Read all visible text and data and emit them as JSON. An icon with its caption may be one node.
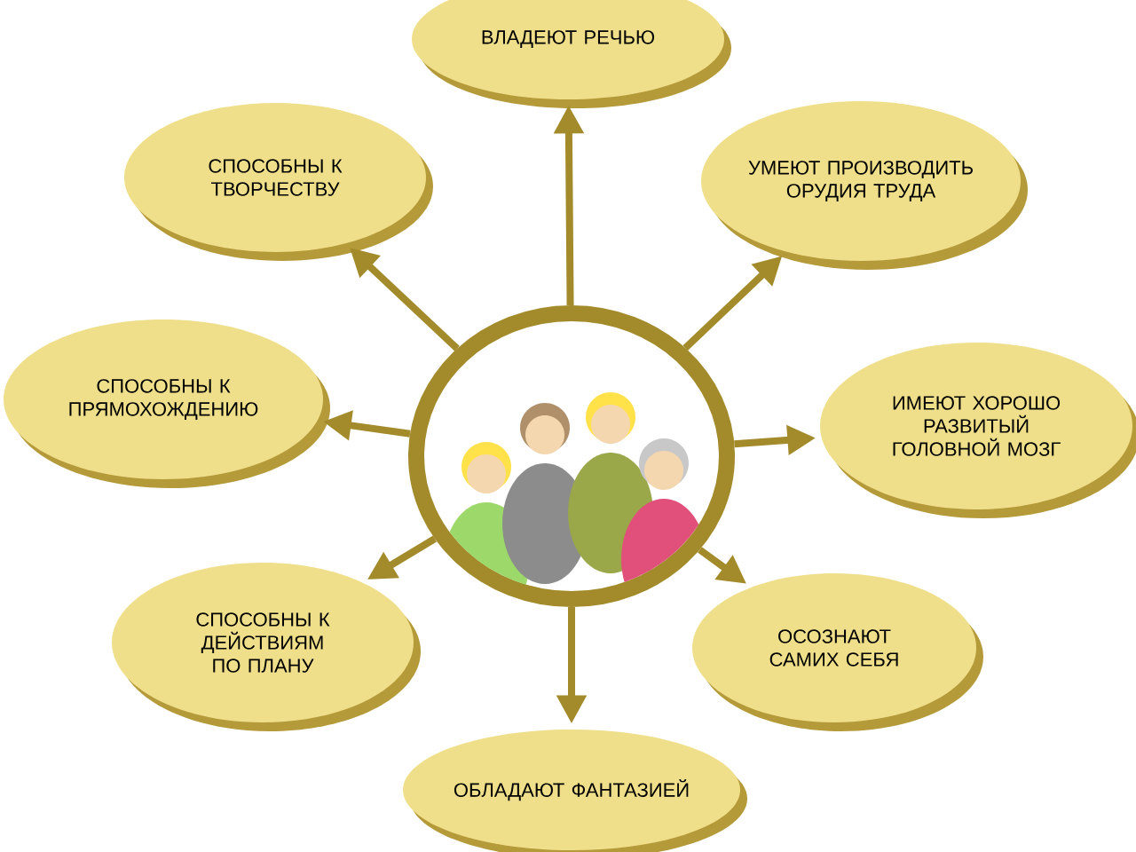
{
  "diagram": {
    "nodes": [
      {
        "text": [],
        "shape": "picture"
      },
      {
        "text": [
          "ВЛАДЕЮТ РЕЧЬЮ"
        ]
      },
      {
        "text": [
          "СПОСОБНЫ К ТВОРЧЕСТВУ"
        ]
      },
      {
        "text": [
          "УМЕЮТ ПРОИЗВОДИТЬ ОРУДИЯ ТРУДА"
        ]
      },
      {
        "text": [
          "СПОСОБНЫ К ПРЯМОХОЖДЕНИЮ"
        ]
      },
      {
        "text": [
          "ИМЕЮТ ХОРОШО РАЗВИТЫЙ ГОЛОВНОЙ МОЗГ"
        ]
      },
      {
        "text": [
          "СПОСОБНЫ К ДЕЙСТВИЯМ ПО ПЛАНУ"
        ]
      },
      {
        "text": [
          "ОСОЗНАЮТ САМИХ СЕБЯ"
        ]
      },
      {
        "text": [
          "ОБЛАДАЮТ ФАНТАЗИЕЙ"
        ]
      }
    ],
    "edges": [
      {
        "from": 0,
        "to": 1,
        "arrow": "to"
      },
      {
        "from": 0,
        "to": 2,
        "arrow": "to"
      },
      {
        "from": 0,
        "to": 3,
        "arrow": "to"
      },
      {
        "from": 0,
        "to": 4,
        "arrow": "to"
      },
      {
        "from": 0,
        "to": 5,
        "arrow": "to"
      },
      {
        "from": 0,
        "to": 6,
        "arrow": "to"
      },
      {
        "from": 0,
        "to": 7,
        "arrow": "to"
      },
      {
        "from": 0,
        "to": 8,
        "arrow": "to"
      }
    ]
  }
}
